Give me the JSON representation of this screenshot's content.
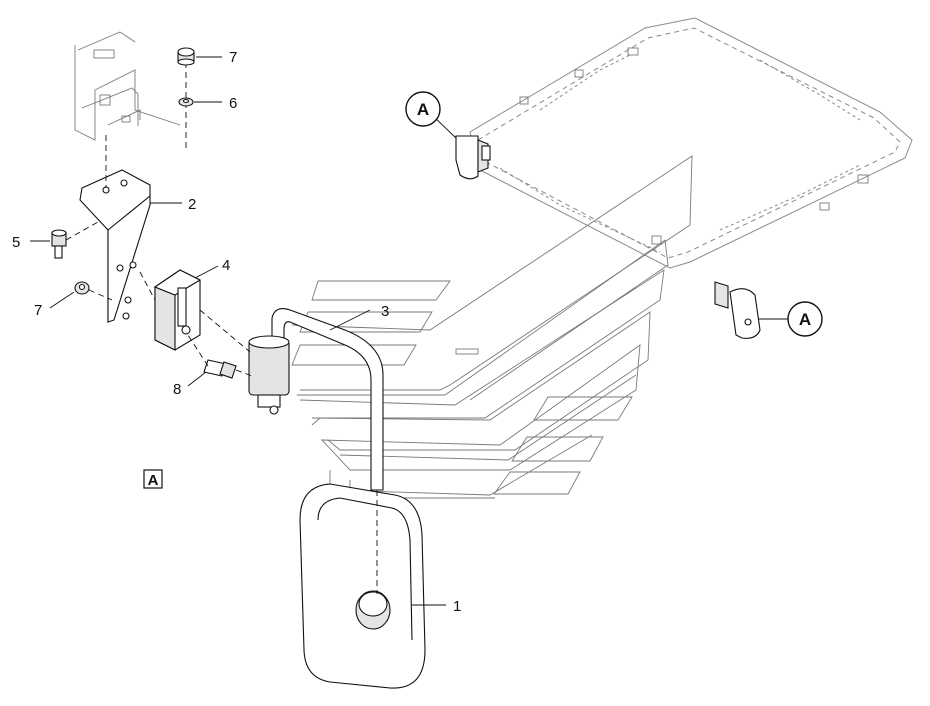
{
  "diagram": {
    "reference_box_label": "A",
    "detail_markers": [
      "A",
      "A"
    ],
    "callouts": [
      {
        "id": "c7a",
        "number": "7",
        "part": "nut"
      },
      {
        "id": "c6",
        "number": "6",
        "part": "washer"
      },
      {
        "id": "c2",
        "number": "2",
        "part": "mounting-bracket"
      },
      {
        "id": "c5",
        "number": "5",
        "part": "screw"
      },
      {
        "id": "c4",
        "number": "4",
        "part": "clamp-block"
      },
      {
        "id": "c3",
        "number": "3",
        "part": "mirror-arm"
      },
      {
        "id": "c7b",
        "number": "7",
        "part": "nut"
      },
      {
        "id": "c8",
        "number": "8",
        "part": "bolt"
      },
      {
        "id": "c1",
        "number": "1",
        "part": "mirror-head"
      }
    ]
  }
}
